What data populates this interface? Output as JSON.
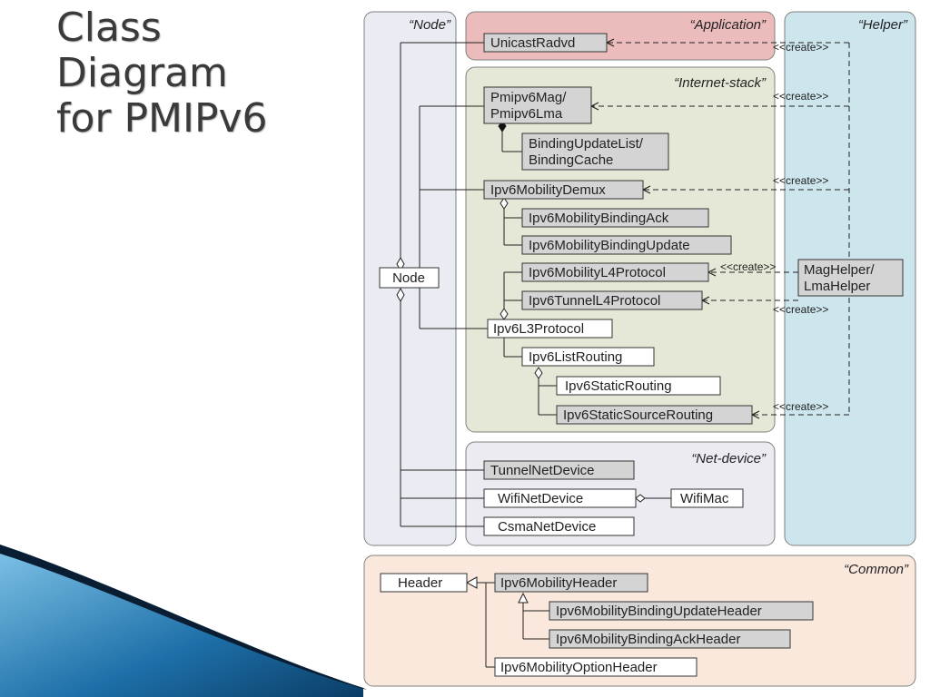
{
  "title_lines": [
    "Class",
    "Diagram",
    "for PMIPv6"
  ],
  "colors": {
    "node_panel": "#e9edf3",
    "application_panel": "#ecbcbc",
    "helper_panel": "#cde6ee",
    "internet_stack_panel": "#e5e8d6",
    "net_device_panel": "#ecebf2",
    "common_panel": "#fbe8dc",
    "gray_box": "#d4d4d4",
    "white_box": "#ffffff",
    "swoosh_blue": "#1d6fa8"
  },
  "stereotypes": {
    "node": "“Node”",
    "application": "“Application”",
    "helper": "“Helper”",
    "internet_stack": "“Internet-stack”",
    "net_device": "“Net-device”",
    "common": "“Common”"
  },
  "create_label": "<<create>>",
  "classes": {
    "node": "Node",
    "unicast_radvd": "UnicastRadvd",
    "pmipv6_mag_line1": "Pmipv6Mag/",
    "pmipv6_mag_line2": "Pmipv6Lma",
    "binding_list_line1": "BindingUpdateList/",
    "binding_list_line2": "BindingCache",
    "ipv6_mobility_demux": "Ipv6MobilityDemux",
    "ipv6_mobility_binding_ack": "Ipv6MobilityBindingAck",
    "ipv6_mobility_binding_update": "Ipv6MobilityBindingUpdate",
    "ipv6_mobility_l4_protocol": "Ipv6MobilityL4Protocol",
    "ipv6_tunnel_l4_protocol": "Ipv6TunnelL4Protocol",
    "ipv6_l3_protocol": "Ipv6L3Protocol",
    "ipv6_list_routing": "Ipv6ListRouting",
    "ipv6_static_routing": "Ipv6StaticRouting",
    "ipv6_static_source_routing": "Ipv6StaticSourceRouting",
    "mag_helper_line1": "MagHelper/",
    "mag_helper_line2": "LmaHelper",
    "tunnel_net_device": "TunnelNetDevice",
    "wifi_net_device": "WifiNetDevice",
    "wifi_mac": "WifiMac",
    "csma_net_device": "CsmaNetDevice",
    "header": "Header",
    "ipv6_mobility_header": "Ipv6MobilityHeader",
    "ipv6_mobility_binding_update_header": "Ipv6MobilityBindingUpdateHeader",
    "ipv6_mobility_binding_ack_header": "Ipv6MobilityBindingAckHeader",
    "ipv6_mobility_option_header": "Ipv6MobilityOptionHeader"
  }
}
